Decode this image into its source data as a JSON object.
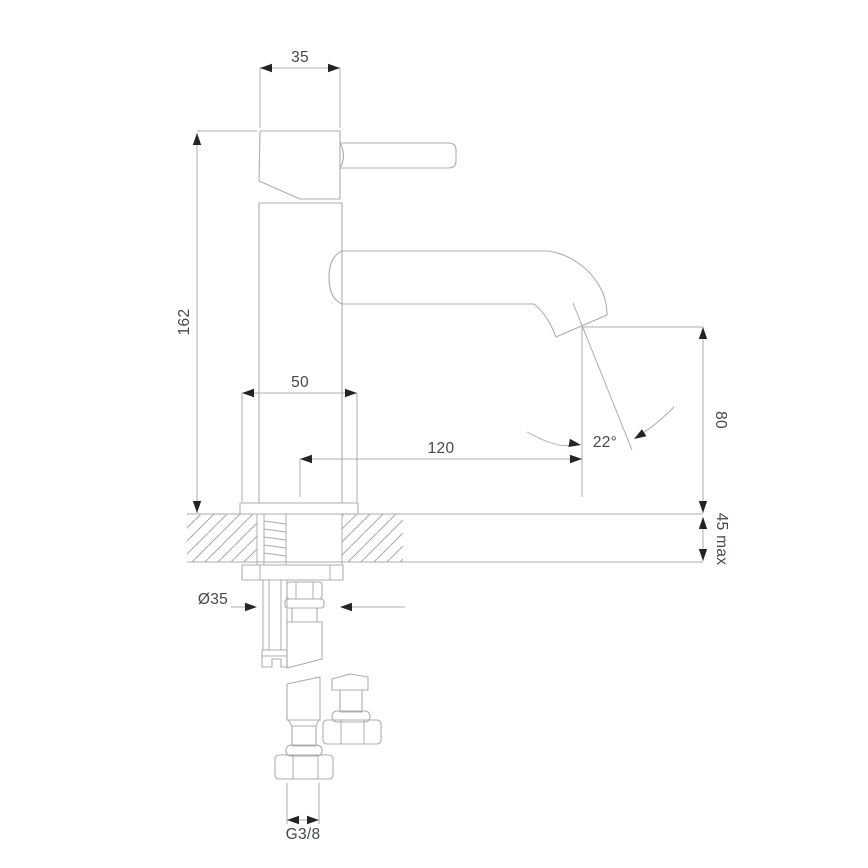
{
  "drawing": {
    "title": "basin mixer tap technical dimension drawing",
    "view": "side elevation with countertop cross-section and supply hoses",
    "units": "mm",
    "colors": {
      "background": "#ffffff",
      "line": "#a9acaf",
      "text": "#43484d",
      "arrow": "#212529"
    },
    "dims": {
      "top_width": "35",
      "total_height": "162",
      "base_width": "50",
      "spout_reach": "120",
      "spout_angle": "22°",
      "outlet_height": "80",
      "deck_thickness": "45 max",
      "hole_diameter": "Ø35",
      "thread_size": "G3/8"
    }
  }
}
